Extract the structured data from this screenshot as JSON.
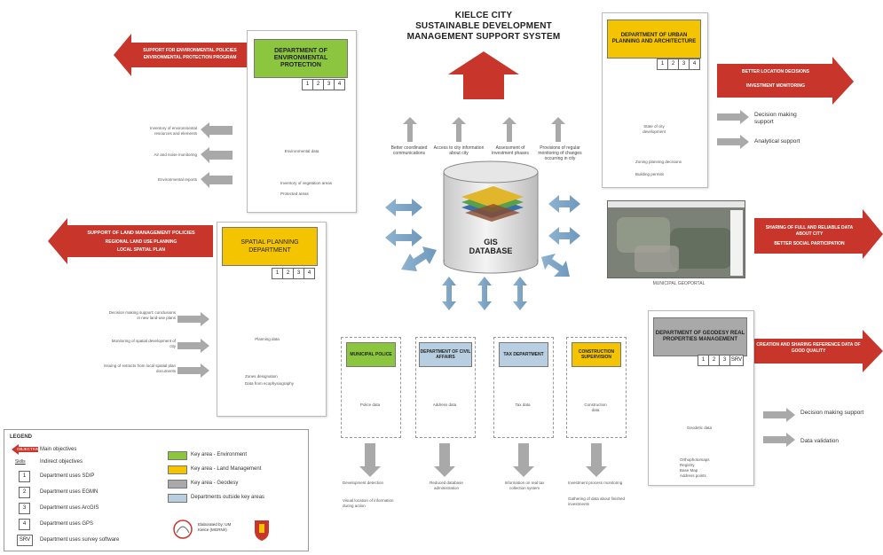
{
  "title": {
    "line1": "KIELCE CITY",
    "line2": "SUSTAINABLE DEVELOPMENT",
    "line3": "MANAGEMENT SUPPORT SYSTEM"
  },
  "gis": {
    "line1": "GIS",
    "line2": "DATABASE"
  },
  "env_dept": {
    "header": "DEPARTMENT OF ENVIRONMENTAL PROTECTION",
    "db_label": "Environmental data",
    "items": [
      "Inventory of vegetation areas",
      "Protected areas"
    ],
    "objectives": [
      "SUPPORT FOR ENVIRONMENTAL POLICIES",
      "ENVIRONMENTAL PROTECTION PROGRAM"
    ],
    "outputs": [
      "Inventory of environmental resources and elements",
      "Air and noise monitoring",
      "Environmental reports"
    ]
  },
  "urban_dept": {
    "header": "DEPARTMENT OF URBAN PLANNING AND ARCHITECTURE",
    "db_label": "State of city development",
    "items": [
      "Zoning planning decisions",
      "Building permits"
    ],
    "objectives": [
      "BETTER LOCATION DECISIONS",
      "INVESTMENT MONITORING"
    ],
    "outputs": [
      "Decision making support",
      "Analytical support"
    ]
  },
  "spatial_dept": {
    "header": "SPATIAL PLANNING DEPARTMENT",
    "db_label": "Planning data",
    "items": [
      "Zones designation",
      "Data from ecophysiography"
    ],
    "objectives": [
      "SUPPORT OF LAND MANAGEMENT POLICIES",
      "REGIONAL LAND USE PLANNING",
      "LOCAL SPATIAL PLAN"
    ],
    "outputs": [
      "Decision making support: conclusions in new land-use plans",
      "Monitoring of spatial development of city",
      "Issuing of extracts from local spatial plan documents"
    ]
  },
  "geodesy_dept": {
    "header": "DEPARTMENT OF GEODESY REAL PROPERTIES MANAGEMENT",
    "db_label": "Geodetic data",
    "items": [
      "Orthophotomaps",
      "Registry",
      "Base Map",
      "Address points"
    ],
    "objectives": [
      "CREATION AND SHARING REFERENCE DATA OF GOOD QUALITY"
    ],
    "outputs": [
      "Decision making support",
      "Data validation"
    ]
  },
  "geoportal": {
    "caption": "MUNICIPAL GEOPORTAL",
    "objectives": [
      "SHARING OF FULL AND RELIABLE DATA ABOUT CITY",
      "BETTER SOCIAL PARTICIPATION"
    ]
  },
  "top_arrows": [
    "Better coordinated communications",
    "Access to city information about city",
    "Assessment of investment phases",
    "Provisions of regular monitoring of changes occurring in city"
  ],
  "bottom_depts": [
    {
      "header": "MUNICIPAL POLICE",
      "db": "Police data",
      "out1": "Development detection",
      "out2": "Visual location of information during action"
    },
    {
      "header": "DEPARTMENT OF CIVIL AFFAIRS",
      "db": "Address data",
      "out1": "Reduced database administration",
      "out2": ""
    },
    {
      "header": "TAX DEPARTMENT",
      "db": "Tax data",
      "out1": "Information on real tax collection system",
      "out2": ""
    },
    {
      "header": "CONSTRUCTION SUPERVISION",
      "db": "Construction data",
      "out1": "Investment process monitoring",
      "out2": "Gathering of data about finished investments"
    }
  ],
  "legend": {
    "title": "LEGEND",
    "objective_tag": "OBJECTIVE",
    "indirect_tag": "Skills",
    "items": [
      "Main objectives",
      "Indirect objectives",
      "Department uses SDIP",
      "Department uses EGMN",
      "Department uses ArcGIS",
      "Department uses GPS",
      "Department uses survey software"
    ],
    "keys": [
      "Key area - Environment",
      "Key area - Land Management",
      "Key area - Geodesy",
      "Departments outside key areas"
    ],
    "footer": "Elaborated by: UM Kielce (MGRN/I)",
    "colors": {
      "environment": "#8cc63f",
      "land": "#f5c400",
      "geodesy": "#a9a9a9",
      "outside": "#b7cfe0",
      "objective": "#c8352b"
    }
  }
}
